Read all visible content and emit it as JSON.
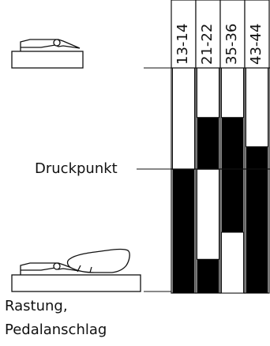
{
  "labels": {
    "druckpunkt": "Druckpunkt",
    "rastung": "Rastung,",
    "pedalanschlag": "Pedalanschlag"
  },
  "columns": [
    {
      "header": "13-14",
      "segments": [
        {
          "from": 0,
          "to": 0.45,
          "fill": "white"
        },
        {
          "from": 0.45,
          "to": 1,
          "fill": "black"
        }
      ]
    },
    {
      "header": "21-22",
      "segments": [
        {
          "from": 0,
          "to": 0.22,
          "fill": "white"
        },
        {
          "from": 0.22,
          "to": 0.45,
          "fill": "black"
        },
        {
          "from": 0.45,
          "to": 0.85,
          "fill": "white"
        },
        {
          "from": 0.85,
          "to": 1,
          "fill": "black"
        }
      ]
    },
    {
      "header": "35-36",
      "segments": [
        {
          "from": 0,
          "to": 0.22,
          "fill": "white"
        },
        {
          "from": 0.22,
          "to": 0.73,
          "fill": "black"
        },
        {
          "from": 0.73,
          "to": 1,
          "fill": "white"
        }
      ]
    },
    {
      "header": "43-44",
      "segments": [
        {
          "from": 0,
          "to": 0.35,
          "fill": "white"
        },
        {
          "from": 0.35,
          "to": 1,
          "fill": "black"
        }
      ]
    }
  ]
}
